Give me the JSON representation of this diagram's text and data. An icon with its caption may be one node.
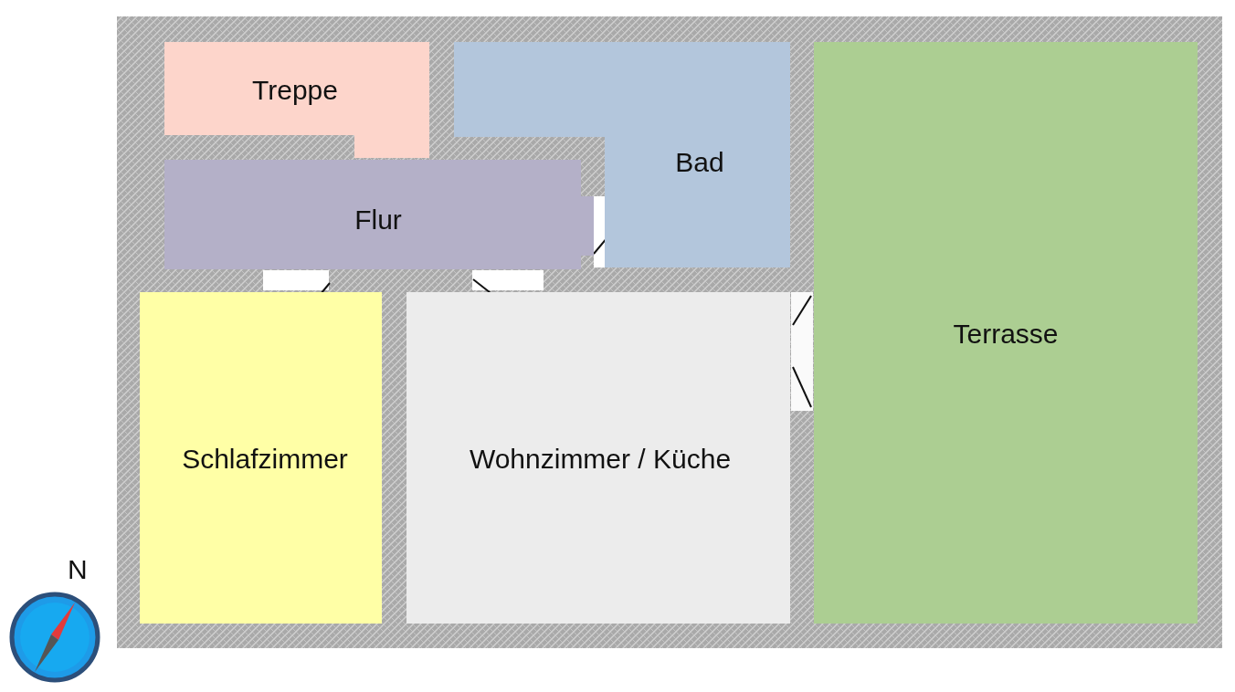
{
  "diagram": {
    "nodes": [
      {
        "text": [
          "Treppe"
        ]
      },
      {
        "text": [
          "Bad"
        ]
      },
      {
        "text": [
          "Flur"
        ]
      },
      {
        "text": [
          "Schlafzimmer"
        ]
      },
      {
        "text": [
          "Wohnzimmer / Küche"
        ]
      },
      {
        "text": [
          "Terrasse"
        ]
      }
    ],
    "labels": [
      "N"
    ]
  }
}
